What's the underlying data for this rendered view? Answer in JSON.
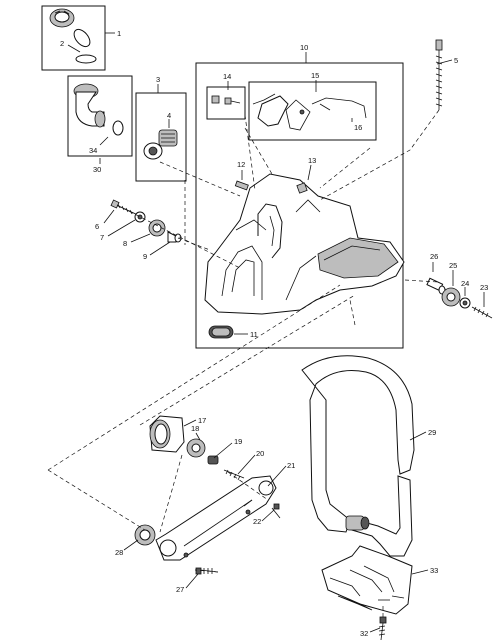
{
  "callouts": {
    "c1": "1",
    "c2": "2",
    "c3": "3",
    "c4": "4",
    "c5": "5",
    "c6": "6",
    "c7": "7",
    "c8": "8",
    "c9": "9",
    "c10": "10",
    "c11": "11",
    "c12": "12",
    "c13": "13",
    "c14": "14",
    "c15": "15",
    "c16": "16",
    "c17": "17",
    "c18": "18",
    "c19": "19",
    "c20": "20",
    "c21": "21",
    "c22": "22",
    "c23": "23",
    "c24": "24",
    "c25": "25",
    "c26": "26",
    "c27": "27",
    "c28": "28",
    "c29": "29",
    "c30": "30",
    "c32": "32",
    "c33": "33",
    "c34": "34"
  }
}
